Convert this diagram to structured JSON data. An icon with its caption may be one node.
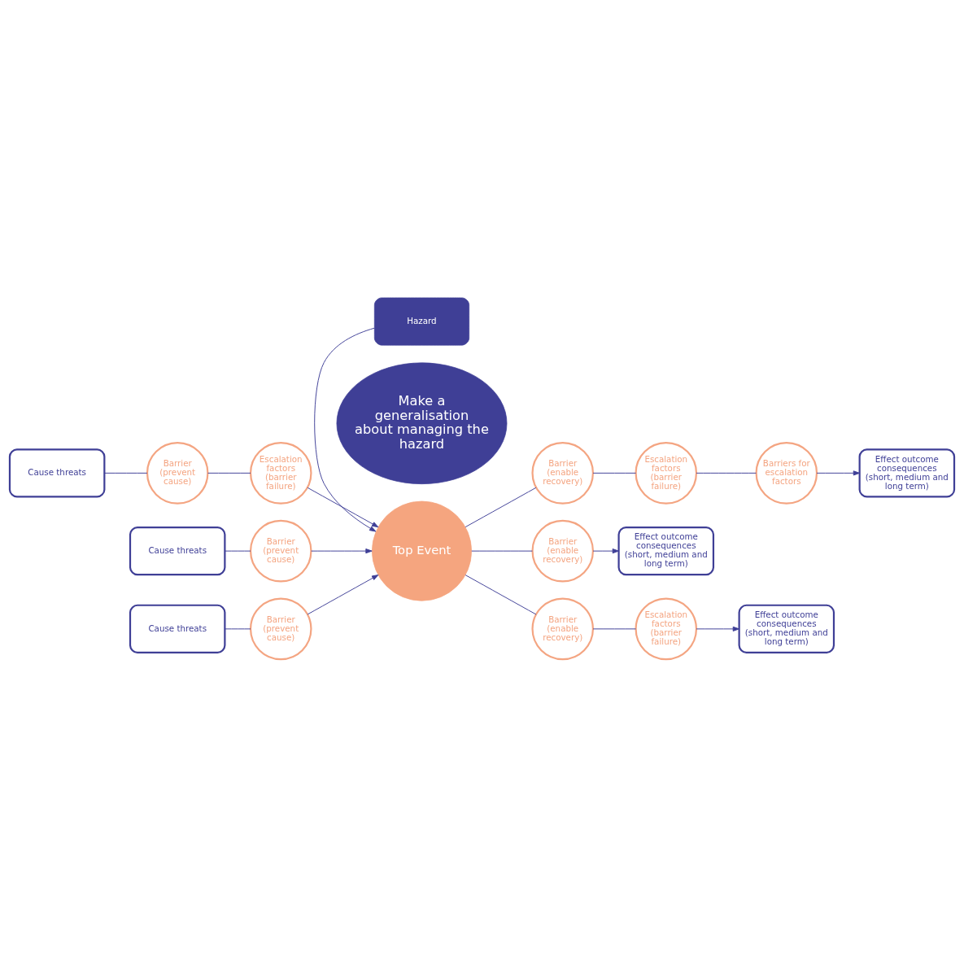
{
  "diagram": {
    "nodes": [
      {
        "text": [
          "Cause threats"
        ]
      },
      {
        "text": [
          "Hazard"
        ]
      },
      {
        "text": [
          "Effect outcome consequences (short, medium and long term)"
        ]
      },
      {
        "text": [
          "Barrier (prevent cause)"
        ]
      },
      {
        "text": [
          "Barriers for escalation factors"
        ]
      },
      {
        "text": [
          "Escalation factors (barrier failure)"
        ]
      },
      {
        "text": [
          "Escalation factors (barrier failure)"
        ]
      },
      {
        "text": [
          "Barrier (enable recovery)"
        ]
      },
      {
        "text": [
          "Top Event"
        ]
      },
      {
        "text": [
          "Cause threats"
        ]
      },
      {
        "text": [
          "Barrier (prevent cause)"
        ]
      },
      {
        "text": [
          "Barrier (enable recovery)"
        ]
      },
      {
        "text": [
          "Effect outcome consequences",
          "(short, medium and long term)"
        ]
      },
      {
        "text": [
          "Barrier (enable recovery)"
        ]
      },
      {
        "text": [
          "Barrier (prevent cause)"
        ]
      },
      {
        "text": [
          "Escalation factors (barrier failure)"
        ]
      },
      {
        "text": [
          "Cause threats"
        ]
      },
      {
        "text": [
          "Effect outcome consequences",
          "(short, medium and long term)"
        ]
      },
      {
        "text": [
          "Make a generalisation about managing the hazard"
        ]
      }
    ],
    "edges": [
      {
        "from": 0,
        "to": 3,
        "arrow": "none"
      },
      {
        "from": 3,
        "to": 5,
        "arrow": "none"
      },
      {
        "from": 5,
        "to": 8,
        "arrow": "to"
      },
      {
        "from": 1,
        "to": 8,
        "arrow": "to"
      },
      {
        "from": 8,
        "to": 7,
        "arrow": "none"
      },
      {
        "from": 7,
        "to": 6,
        "arrow": "none"
      },
      {
        "from": 6,
        "to": 4,
        "arrow": "none"
      },
      {
        "from": 4,
        "to": 2,
        "arrow": "to"
      },
      {
        "from": 9,
        "to": 10,
        "arrow": "none"
      },
      {
        "from": 10,
        "to": 8,
        "arrow": "to"
      },
      {
        "from": 8,
        "to": 11,
        "arrow": "none"
      },
      {
        "from": 11,
        "to": 12,
        "arrow": "to"
      },
      {
        "from": 8,
        "to": 13,
        "arrow": "none"
      },
      {
        "from": 13,
        "to": 15,
        "arrow": "none"
      },
      {
        "from": 15,
        "to": 17,
        "arrow": "to"
      },
      {
        "from": 16,
        "to": 14,
        "arrow": "none"
      },
      {
        "from": 14,
        "to": 8,
        "arrow": "to"
      }
    ]
  }
}
